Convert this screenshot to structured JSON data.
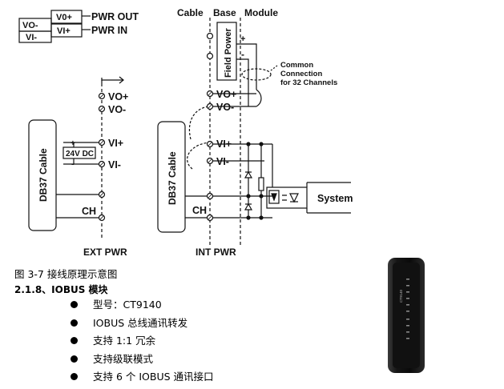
{
  "diagram": {
    "top_left": {
      "box_vo_minus": "VO-",
      "box_vo_plus": "V0+",
      "box_vi_minus": "VI-",
      "box_vi_plus": "VI+",
      "pwr_out": "PWR OUT",
      "pwr_in": "PWR IN"
    },
    "ext": {
      "vo_plus": "VO+",
      "vo_minus": "VO-",
      "vi_plus": "VI+",
      "vi_minus": "VI-",
      "plus": "+",
      "minus": "-",
      "dc_label": "24V DC",
      "cable_label": "DB37 Cable",
      "ch": "CH",
      "footer": "EXT PWR"
    },
    "int": {
      "hdr_cable": "Cable",
      "hdr_base": "Base",
      "hdr_module": "Module",
      "field_power": "Field Power",
      "plus": "+",
      "minus": "-",
      "common_1": "Common",
      "common_2": "Connection",
      "common_3": "for 32 Channels",
      "vo_plus": "VO+",
      "vo_minus": "VO-",
      "vi_plus": "VI+",
      "vi_minus": "VI-",
      "cable_label": "DB37 Cable",
      "ch": "CH",
      "system": "System",
      "footer": "INT PWR"
    }
  },
  "caption": "图 3-7 接线原理示意图",
  "section_title": "2.1.8、IOBUS 模块",
  "bullets": [
    "型号：CT9140",
    "IOBUS 总线通讯转发",
    "支持 1:1 冗余",
    "支持级联模式",
    "支持 6 个 IOBUS 通讯接口"
  ],
  "module_label": "CT9140"
}
